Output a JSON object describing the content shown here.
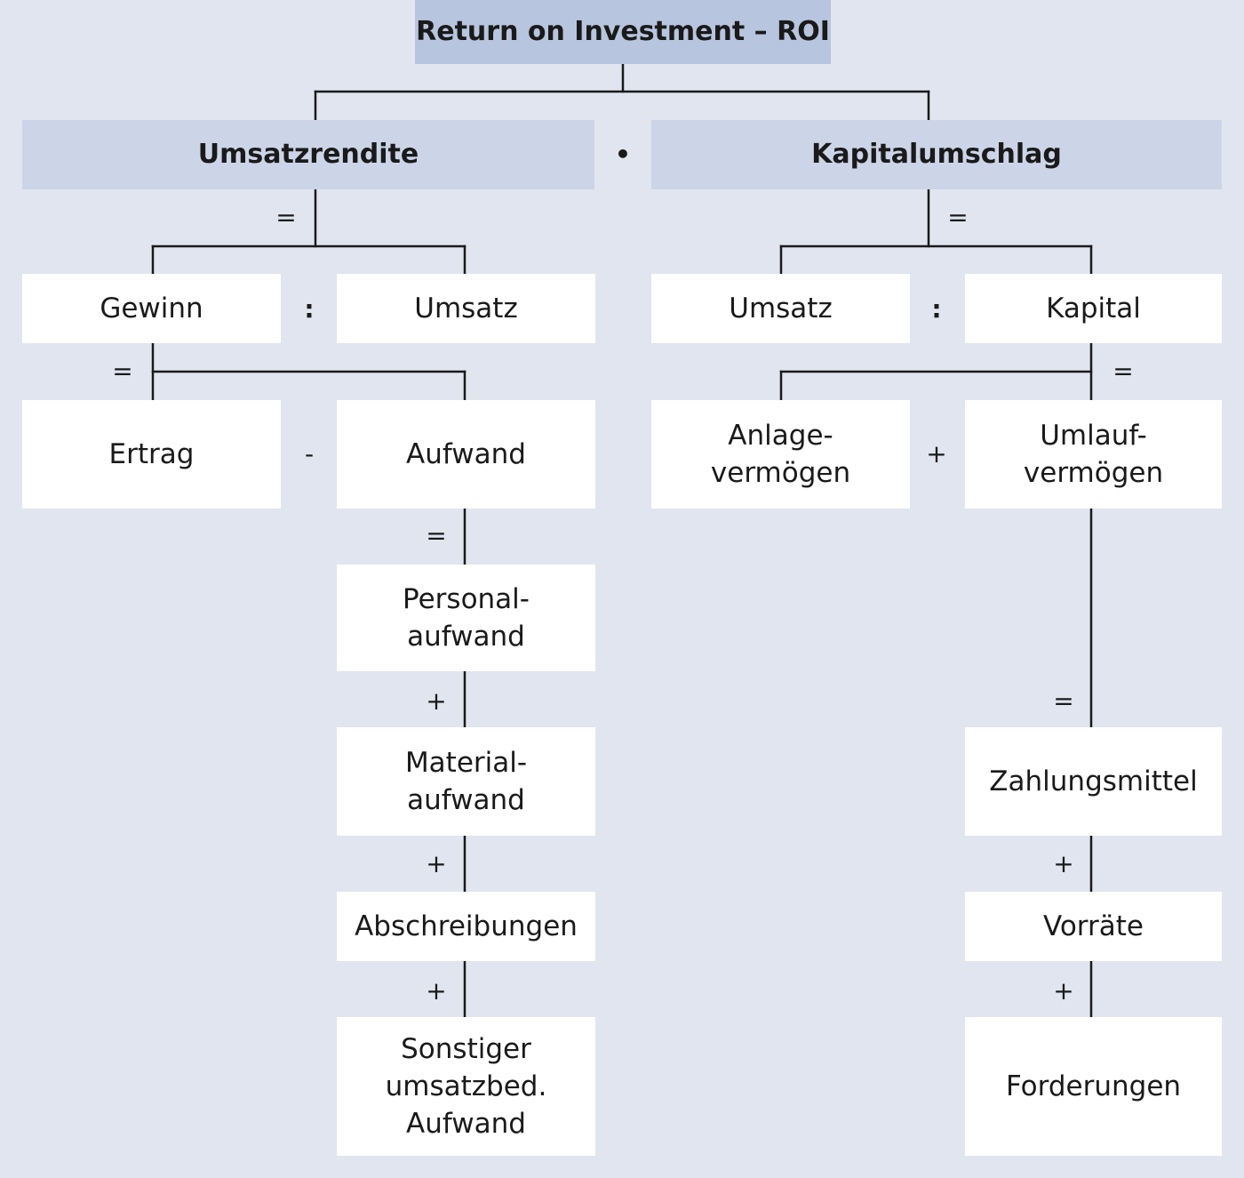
{
  "nodes": {
    "roi": "Return on Investment – ROI",
    "umsatzrendite": "Umsatzrendite",
    "kapitalumschlag": "Kapitalumschlag",
    "gewinn": "Gewinn",
    "umsatz_left": "Umsatz",
    "umsatz_right": "Umsatz",
    "kapital": "Kapital",
    "ertrag": "Ertrag",
    "aufwand": "Aufwand",
    "anlagevermoegen": "Anlage-\nvermögen",
    "umlaufvermoegen": "Umlauf-\nvermögen",
    "personalaufwand": "Personal-\naufwand",
    "materialaufwand": "Material-\naufwand",
    "abschreibungen": "Abschreibungen",
    "sonstiger": "Sonstiger\numsatzbed.\nAufwand",
    "zahlungsmittel": "Zahlungsmittel",
    "vorraete": "Vorräte",
    "forderungen": "Forderungen"
  },
  "operators": {
    "times": "•",
    "eq_umsatzrendite": "=",
    "eq_kapitalumschlag": "=",
    "div_left": ":",
    "div_right": ":",
    "eq_gewinn": "=",
    "eq_kapital": "=",
    "minus": "-",
    "plus_vermoegen": "+",
    "eq_aufwand": "=",
    "plus_personal": "+",
    "plus_material": "+",
    "plus_abschreibungen": "+",
    "eq_umlauf": "=",
    "plus_zahlungsmittel": "+",
    "plus_vorraete": "+"
  }
}
